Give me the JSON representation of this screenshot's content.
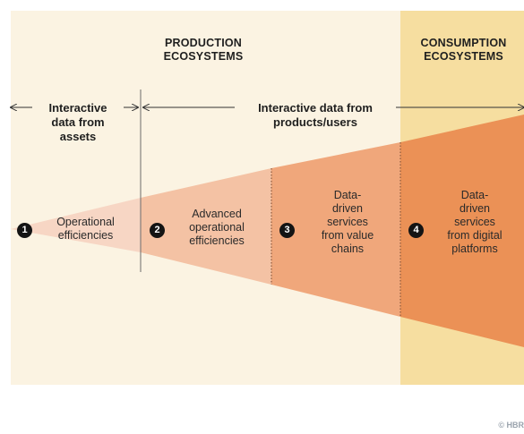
{
  "headers": {
    "production": [
      "PRODUCTION",
      "ECOSYSTEMS"
    ],
    "consumption": [
      "CONSUMPTION",
      "ECOSYSTEMS"
    ]
  },
  "data_sources": {
    "assets": [
      "Interactive",
      "data from",
      "assets"
    ],
    "products_users": [
      "Interactive data from",
      "products/users"
    ]
  },
  "stages": [
    {
      "number": "1",
      "label": [
        "Operational",
        "efficiencies"
      ]
    },
    {
      "number": "2",
      "label": [
        "Advanced",
        "operational",
        "efficiencies"
      ]
    },
    {
      "number": "3",
      "label": [
        "Data-",
        "driven",
        "services",
        "from value",
        "chains"
      ]
    },
    {
      "number": "4",
      "label": [
        "Data-",
        "driven",
        "services",
        "from digital",
        "platforms"
      ]
    }
  ],
  "credit": "© HBR",
  "colors": {
    "panel_bg": "#fbf3e2",
    "consumption_bg": "#f6dea0",
    "stage1": "#f7d6c4",
    "stage2": "#f4c2a4",
    "stage3": "#f0a77b",
    "stage4": "#eb9156",
    "divider": "#6b6b6b"
  }
}
